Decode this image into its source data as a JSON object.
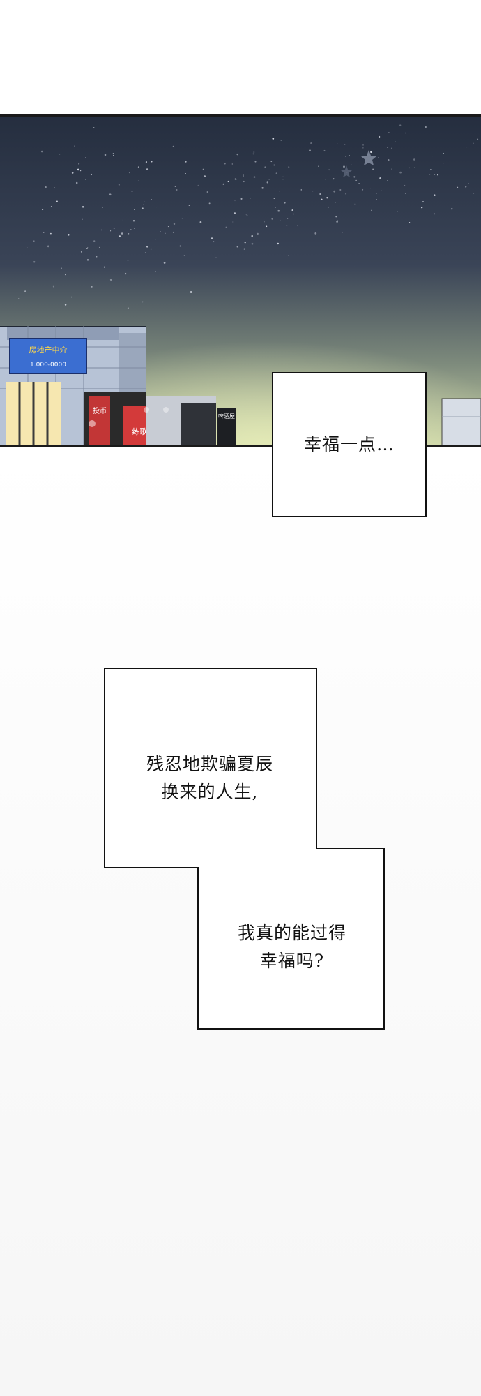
{
  "panels": {
    "sky": {
      "sky_top_color": "#2b3547",
      "sky_horizon_color": "#c9d3a6",
      "storefront_signs": [
        "房地产中介",
        "1.000-0000",
        "投币",
        "练歌房",
        "啤酒屋"
      ]
    }
  },
  "dialogue": {
    "bubble_1": {
      "lines": [
        "幸福一点…"
      ]
    },
    "stepped_box": {
      "block_1": [
        "残忍地欺骗夏辰",
        "换来的人生,"
      ],
      "block_2": [
        "我真的能过得",
        "幸福吗?"
      ]
    }
  }
}
